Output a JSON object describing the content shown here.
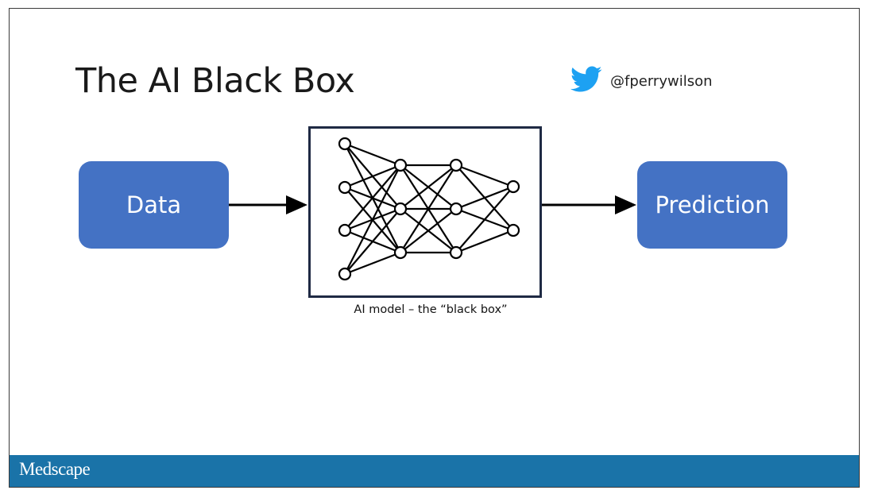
{
  "slide": {
    "title": "The AI Black Box",
    "handle": "@fperrywilson",
    "icon": "twitter-bird-icon"
  },
  "diagram": {
    "input_label": "Data",
    "output_label": "Prediction",
    "model_caption": "AI model – the “black box”",
    "network_layers": [
      4,
      3,
      3,
      2
    ]
  },
  "footer": {
    "brand": "Medscape"
  },
  "colors": {
    "box_fill": "#4472c4",
    "frame_border": "#1f2a44",
    "footer_bar": "#1a73a8",
    "twitter_blue": "#1da1f2"
  }
}
